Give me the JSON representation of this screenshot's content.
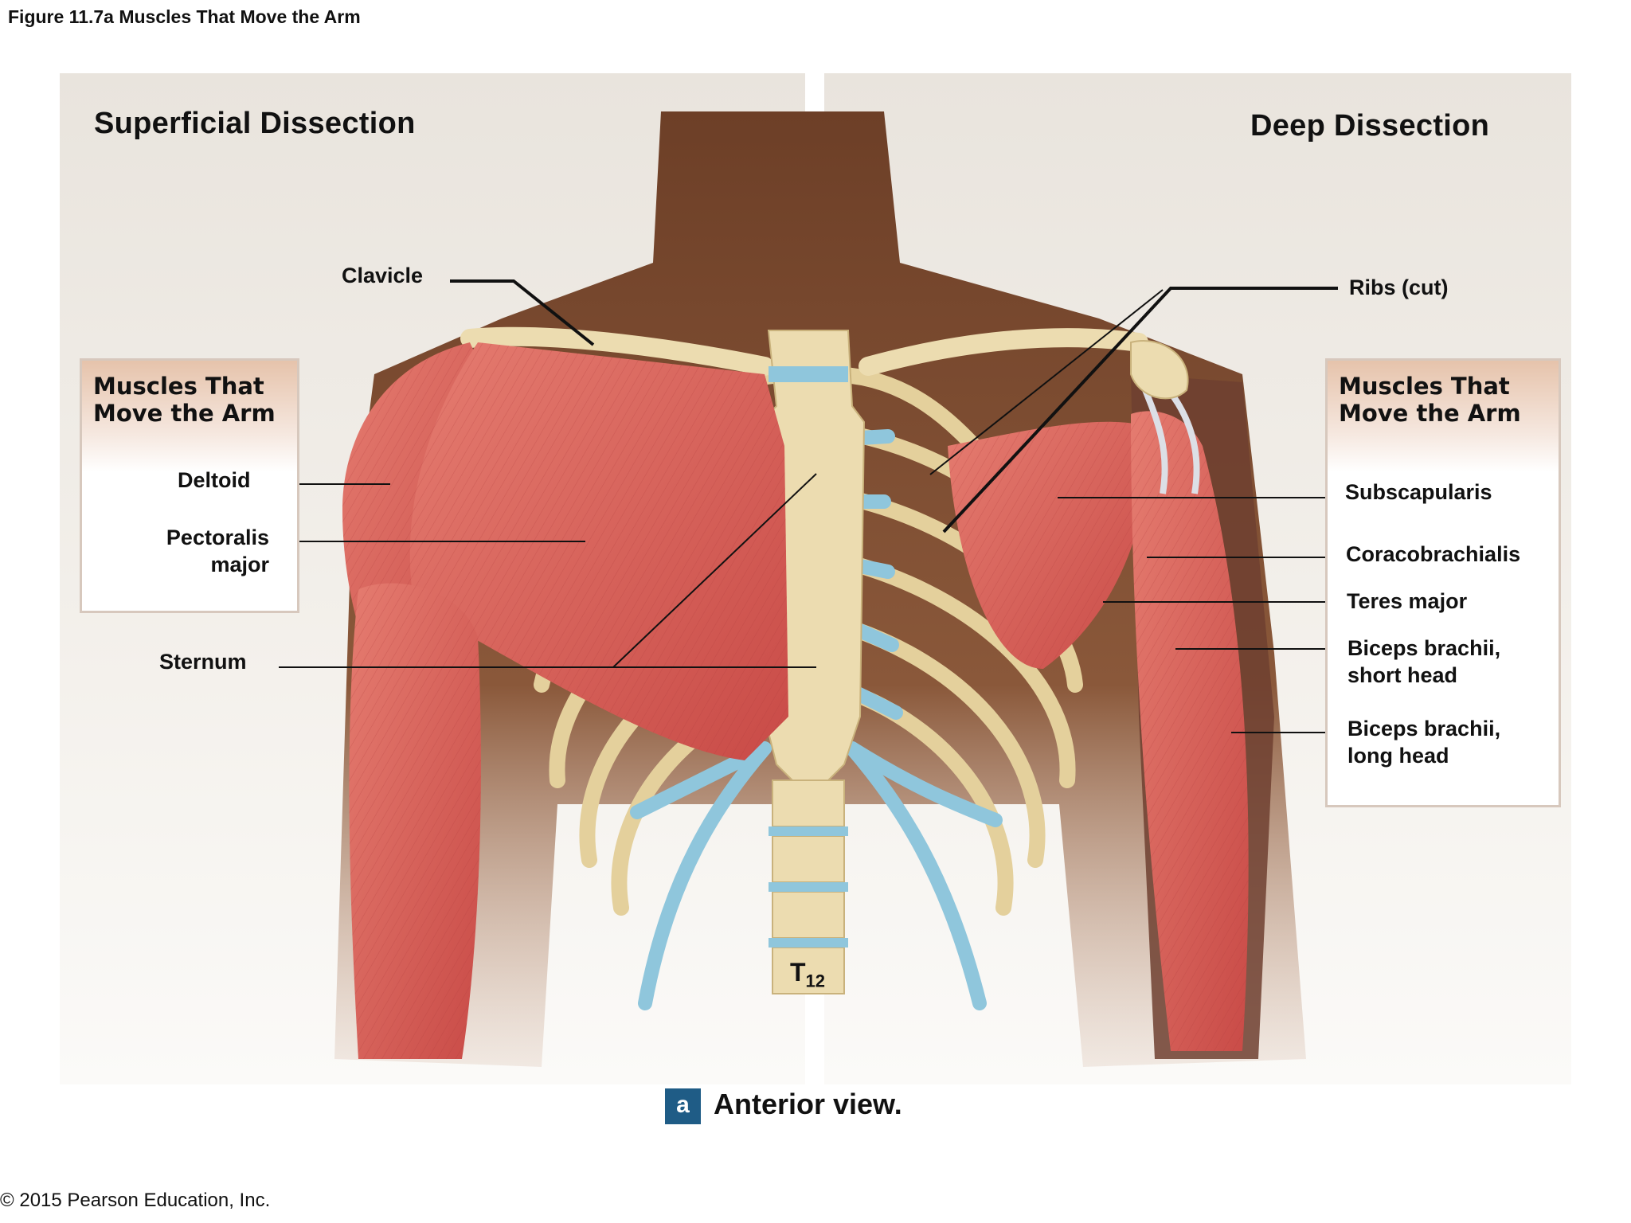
{
  "figure_title": "Figure 11.7a Muscles That Move the Arm",
  "panels": {
    "left_title": "Superficial Dissection",
    "right_title": "Deep Dissection"
  },
  "boxes": {
    "left_heading": "Muscles That\nMove the Arm",
    "right_heading": "Muscles That\nMove the Arm"
  },
  "labels": {
    "clavicle": "Clavicle",
    "ribs_cut": "Ribs (cut)",
    "deltoid": "Deltoid",
    "pectoralis_major": "Pectoralis\nmajor",
    "sternum": "Sternum",
    "subscapularis": "Subscapularis",
    "coracobrachialis": "Coracobrachialis",
    "teres_major": "Teres major",
    "biceps_short": "Biceps brachii,\nshort head",
    "biceps_long": "Biceps brachii,\nlong head",
    "vertebra": "T",
    "vertebra_sub": "12"
  },
  "caption": {
    "badge": "a",
    "text": "Anterior view."
  },
  "copyright": "© 2015 Pearson Education, Inc.",
  "colors": {
    "muscle": "#d9605a",
    "muscle_dark": "#b8433f",
    "bone": "#ecdcb0",
    "cartilage": "#8fc6dc",
    "skin": "#7a4a2f",
    "badge": "#1f5c86"
  }
}
